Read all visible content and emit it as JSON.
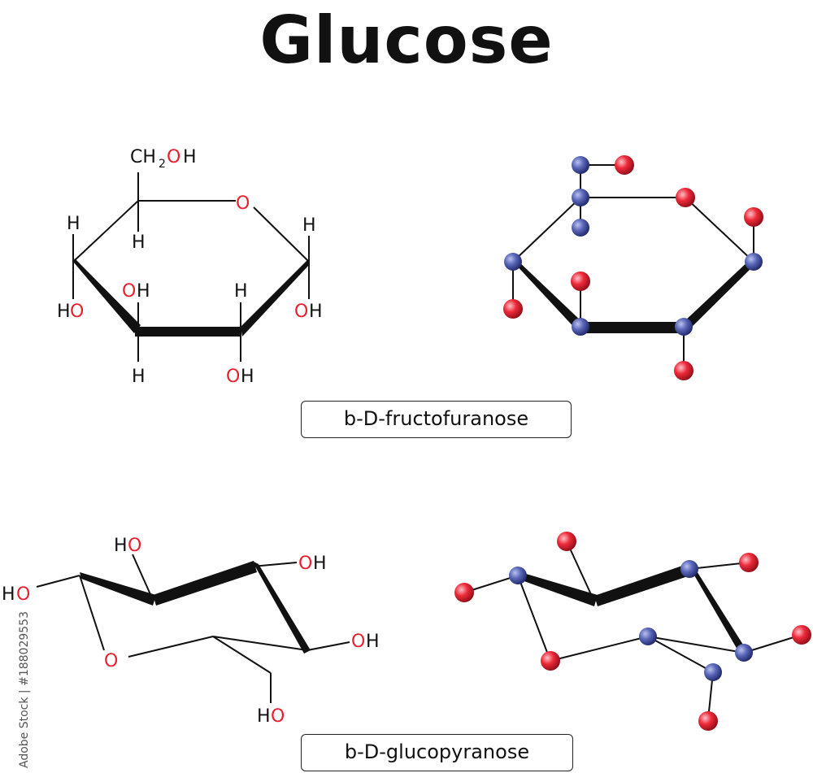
{
  "title": "Glucose",
  "captions": {
    "top": "b-D-fructofuranose",
    "bottom": "b-D-glucopyranose"
  },
  "watermark": "Adobe Stock | #188029553",
  "labels": {
    "ch2oh_c": "CH",
    "ch2oh_sub": "2",
    "ch2oh_o": "O",
    "ch2oh_h": "H",
    "ring_o": "O",
    "h": "H",
    "o": "O"
  },
  "colors": {
    "carbon": "#4a57a8",
    "oxygen": "#e8202f",
    "bond": "#111111"
  }
}
